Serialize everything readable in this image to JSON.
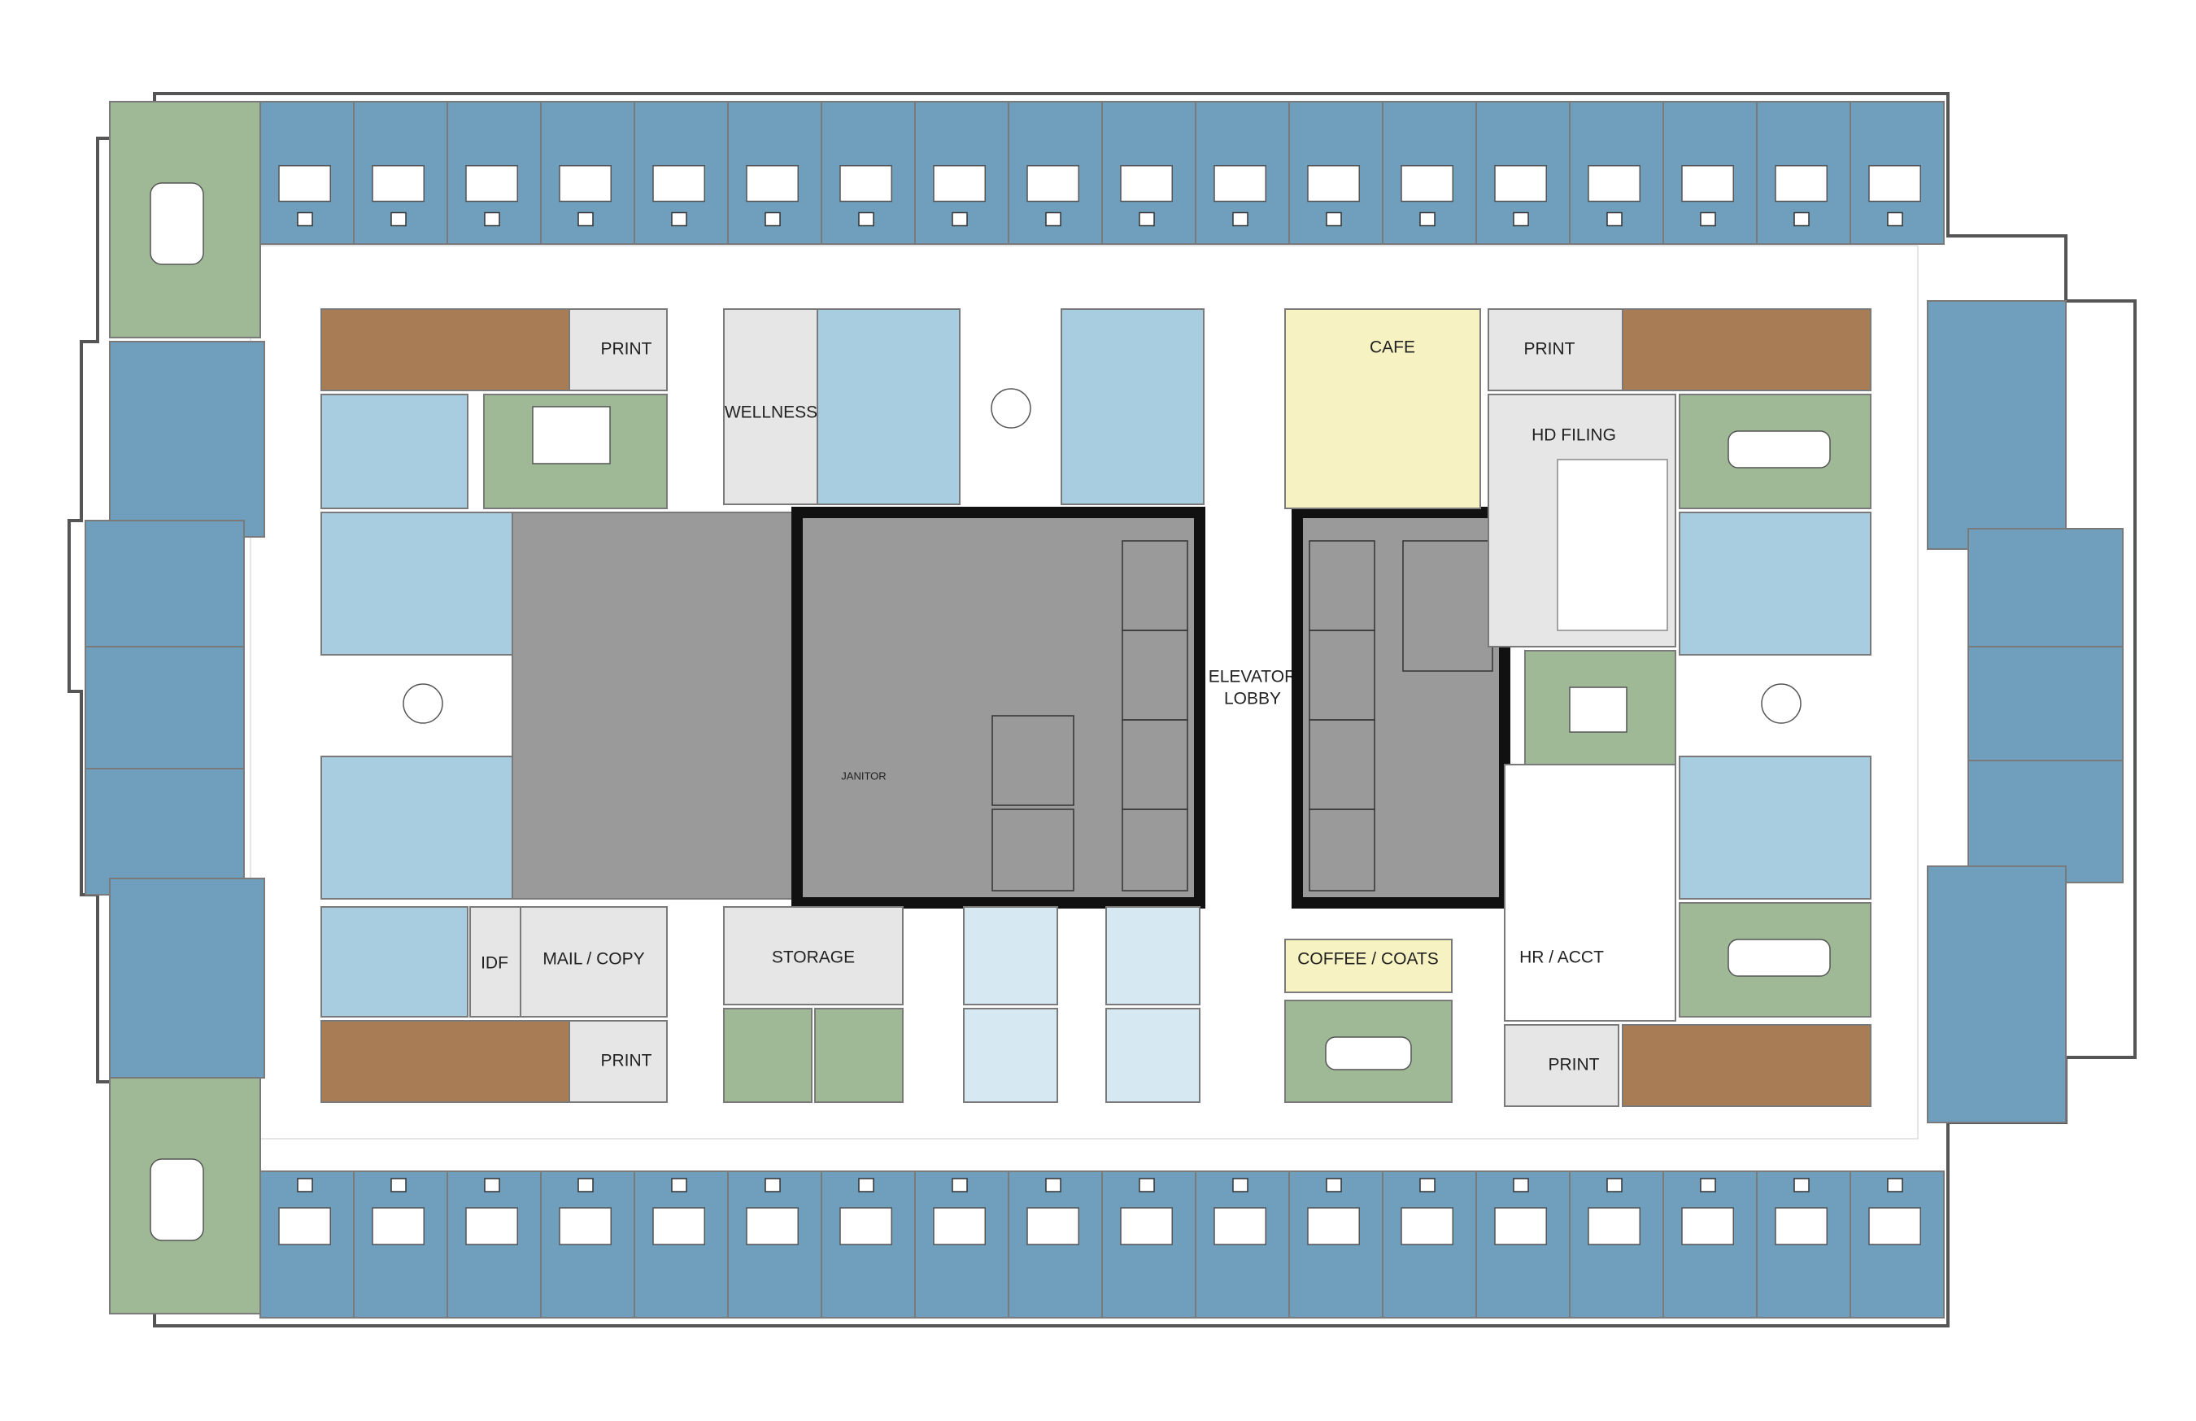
{
  "colors": {
    "perimeter_office": "#6f9fbd",
    "interior_office": "#a9cde0",
    "conference": "#9fb896",
    "cafe": "#f7f2c2",
    "coffee": "#f7f2c2",
    "workstation": "#a87d55",
    "core": "#9a9a9a",
    "support": "#e6e6e6",
    "light_blue_room": "#d6e8f2",
    "window_line": "#555555"
  },
  "icons": {
    "handicap_marker": "H",
    "door_swing": "door-swing-icon",
    "elevator": "elevator-x-icon"
  },
  "labels": {
    "print_top_left": "PRINT",
    "wellness": "WELLNESS",
    "cafe": "CAFE",
    "print_top_right": "PRINT",
    "hd_filing": "HD FILING",
    "elevator_lobby_1": "ELEVATOR",
    "elevator_lobby_2": "LOBBY",
    "janitor": "JANITOR",
    "idf": "IDF",
    "mail_copy": "MAIL / COPY",
    "storage": "STORAGE",
    "coffee_coats": "COFFEE / COATS",
    "hr_acct": "HR / ACCT",
    "print_bottom_left": "PRINT",
    "print_bottom_right": "PRINT"
  }
}
